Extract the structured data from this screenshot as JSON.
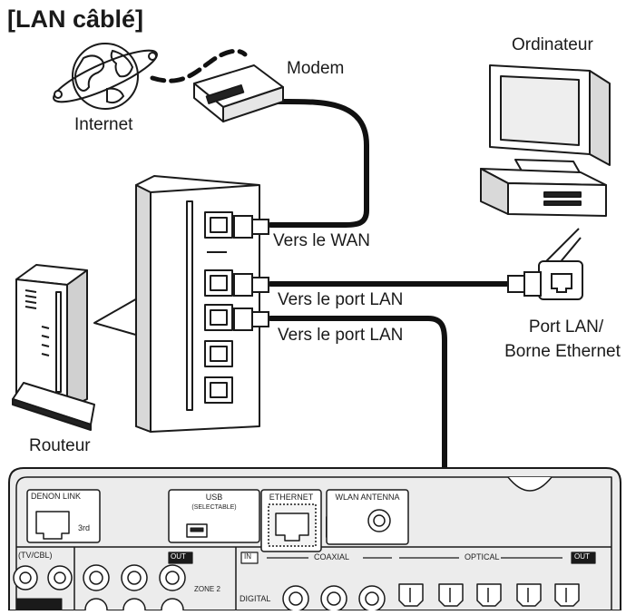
{
  "title": "[LAN câblé]",
  "labels": {
    "internet": "Internet",
    "modem": "Modem",
    "computer": "Ordinateur",
    "router": "Routeur",
    "to_wan": "Vers le WAN",
    "to_lan_1": "Vers le port LAN",
    "to_lan_2": "Vers le port LAN",
    "lan_port_line1": "Port LAN/",
    "lan_port_line2": "Borne Ethernet"
  },
  "panel": {
    "denon_link": "DENON LINK",
    "denon_link_sub": "3rd",
    "usb": "USB",
    "usb_sub": "(SELECTABLE)",
    "ethernet": "ETHERNET",
    "wlan": "WLAN ANTENNA",
    "tv_cbl": "(TV/CBL)",
    "out_1": "OUT",
    "zone2": "ZONE 2",
    "in": "IN",
    "coaxial": "COAXIAL",
    "optical": "OPTICAL",
    "out_2": "OUT",
    "digital": "DIGITAL"
  }
}
